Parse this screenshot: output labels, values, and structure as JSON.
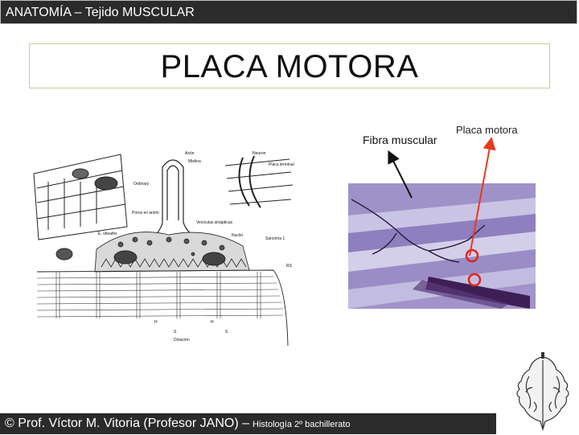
{
  "header": {
    "title": "ANATOMÍA – Tejido MUSCULAR"
  },
  "slide": {
    "title": "PLACA MOTORA"
  },
  "labels": {
    "fibra": "Fibra muscular",
    "placa": "Placa motora"
  },
  "diagram": {
    "labels": [
      "Axón",
      "Mielina",
      "Ordinary",
      "Poros en anión",
      "E. sheaths",
      "Placa terminal",
      "Neuron",
      "Vesículas sinápticas",
      "Nuclei",
      "Sarcoma 1",
      "RS",
      "H",
      "S",
      "Dotación"
    ]
  },
  "footer": {
    "credit": "© Prof. Víctor M. Vitoria (Profesor JANO) –",
    "course": "Histología 2º bachillerato"
  },
  "colors": {
    "header_bg": "#2b2b2b",
    "arrow_red": "#e8391e",
    "circle_red": "#e0241a",
    "micro_bg": "#8a6fb5"
  }
}
